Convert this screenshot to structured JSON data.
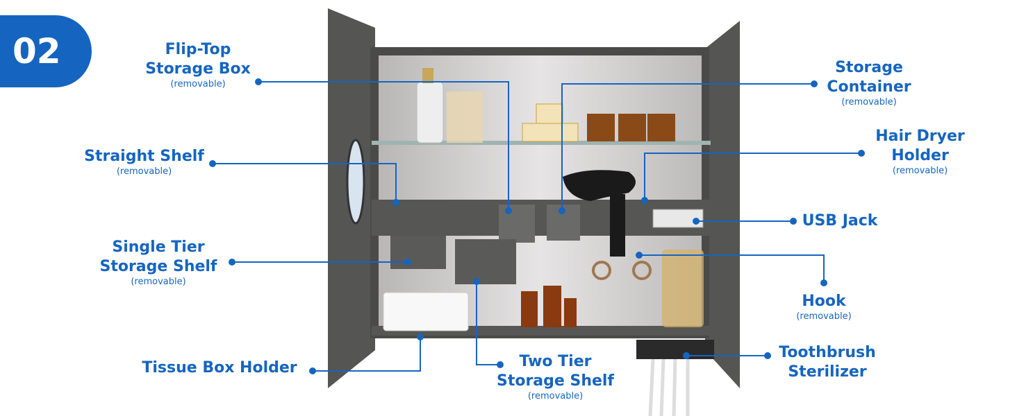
{
  "badge": "02",
  "labels": {
    "flip_top": {
      "title": "Flip-Top\nStorage Box",
      "sub": "(removable)"
    },
    "storage_container": {
      "title": "Storage\nContainer",
      "sub": "(removable)"
    },
    "straight_shelf": {
      "title": "Straight Shelf",
      "sub": "(removable)"
    },
    "hair_dryer": {
      "title": "Hair Dryer\nHolder",
      "sub": "(removable)"
    },
    "usb_jack": {
      "title": "USB Jack"
    },
    "single_tier": {
      "title": "Single Tier\nStorage Shelf",
      "sub": "(removable)"
    },
    "hook": {
      "title": "Hook",
      "sub": "(removable)"
    },
    "tissue_box": {
      "title": "Tissue Box Holder"
    },
    "two_tier": {
      "title": "Two Tier\nStorage Shelf",
      "sub": "(removable)"
    },
    "toothbrush": {
      "title": "Toothbrush\nSterilizer"
    }
  },
  "colors": {
    "accent": "#1565c0",
    "cabinet": "#4a4a48"
  }
}
